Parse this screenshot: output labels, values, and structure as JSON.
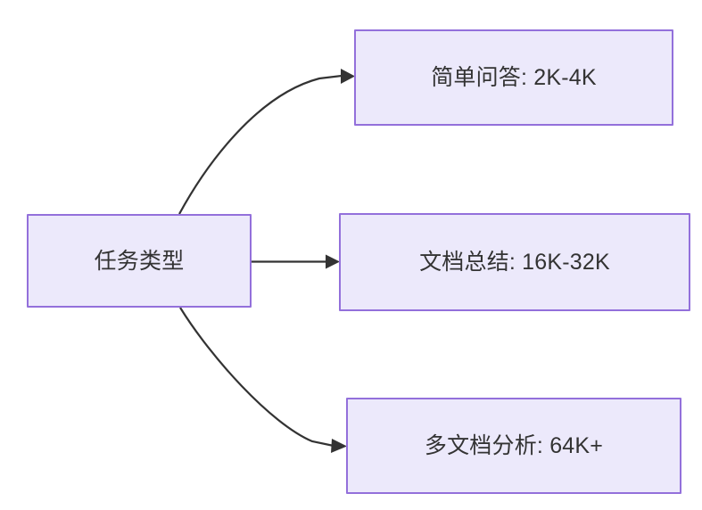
{
  "diagram": {
    "type": "flowchart",
    "direction": "left-to-right",
    "background_color": "#ffffff",
    "node_fill_color": "#ece9fb",
    "node_border_color": "#9370db",
    "node_text_color": "#333333",
    "edge_color": "#333333",
    "root": {
      "id": "root",
      "label": "任务类型"
    },
    "nodes": [
      {
        "id": "task-1",
        "label": "简单问答: 2K-4K",
        "category": "简单问答",
        "value": "2K-4K"
      },
      {
        "id": "task-2",
        "label": "文档总结: 16K-32K",
        "category": "文档总结",
        "value": "16K-32K"
      },
      {
        "id": "task-3",
        "label": "多文档分析: 64K+",
        "category": "多文档分析",
        "value": "64K+"
      }
    ],
    "edges": [
      {
        "id": "edge-root-task-1",
        "from": "root",
        "to": "task-1",
        "style": "curved",
        "arrow": "arrow-right-icon"
      },
      {
        "id": "edge-root-task-2",
        "from": "root",
        "to": "task-2",
        "style": "straight",
        "arrow": "arrow-right-icon"
      },
      {
        "id": "edge-root-task-3",
        "from": "root",
        "to": "task-3",
        "style": "curved",
        "arrow": "arrow-right-icon"
      }
    ]
  }
}
